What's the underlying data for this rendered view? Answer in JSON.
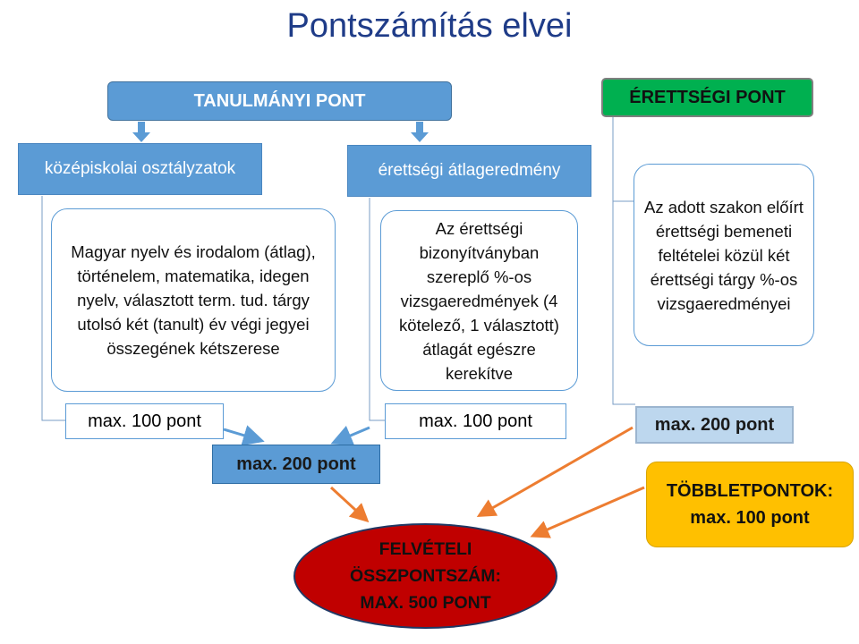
{
  "title": "Pontszámítás elvei",
  "tanulmanyi": {
    "header": "TANULMÁNYI PONT",
    "left": {
      "label": "középiskolai osztályzatok",
      "description": "Magyar nyelv és irodalom (átlag), történelem, matematika, idegen nyelv, választott term. tud. tárgy utolsó két (tanult) év végi jegyei összegének kétszerese",
      "max": "max. 100 pont"
    },
    "right": {
      "label": "érettségi átlageredmény",
      "description": "Az érettségi bizonyítványban szereplő %-os vizsgaeredmények (4 kötelező, 1 választott) átlagát egészre kerekítve",
      "max": "max. 100 pont"
    },
    "total": "max. 200 pont"
  },
  "erettsegi": {
    "header": "ÉRETTSÉGI PONT",
    "description": "Az adott szakon előírt érettségi bemeneti feltételei közül két érettségi tárgy %-os vizsgaeredményei",
    "max": "max. 200 pont"
  },
  "tobbletpontok": {
    "line1": "TÖBBLETPONTOK:",
    "line2": "max. 100 pont"
  },
  "final": {
    "line1": "FELVÉTELI",
    "line2": "ÖSSZPONTSZÁM:",
    "line3": "MAX. 500 PONT"
  },
  "colors": {
    "blue": "#5b9bd5",
    "green": "#00b050",
    "light_blue": "#bdd7ee",
    "gold": "#ffc000",
    "red": "#c00000",
    "arrow_orange": "#ed7d31",
    "title": "#1f3c88"
  }
}
